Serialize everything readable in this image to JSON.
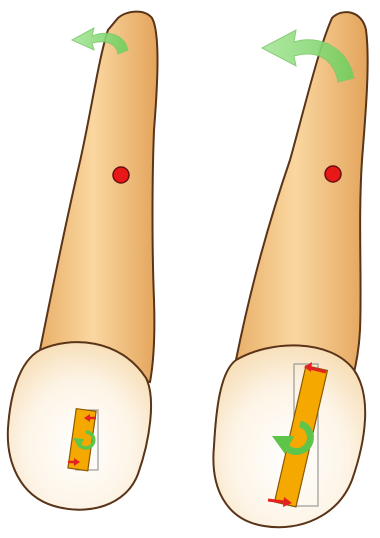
{
  "panels": [
    {
      "id": "left",
      "rotation": "small"
    },
    {
      "id": "right",
      "rotation": "large"
    }
  ],
  "colors": {
    "tooth_fill": "#f8cf93",
    "tooth_shade": "#e5a960",
    "crown_fill": "#fdf3e3",
    "outline": "#5a3418",
    "center_dot": "#e81818",
    "arrow_green": "#7ed56a",
    "bracket_orange": "#f5a800",
    "bracket_arrow_red": "#e52222",
    "ghost_outline": "#9a9a9a"
  },
  "icons": {
    "rotation_arrow": "curved-arrow-icon",
    "rotation_center": "center-of-rotation-dot",
    "bracket_rotation": "circular-arrow-icon",
    "force_arrow": "red-arrow-icon"
  }
}
